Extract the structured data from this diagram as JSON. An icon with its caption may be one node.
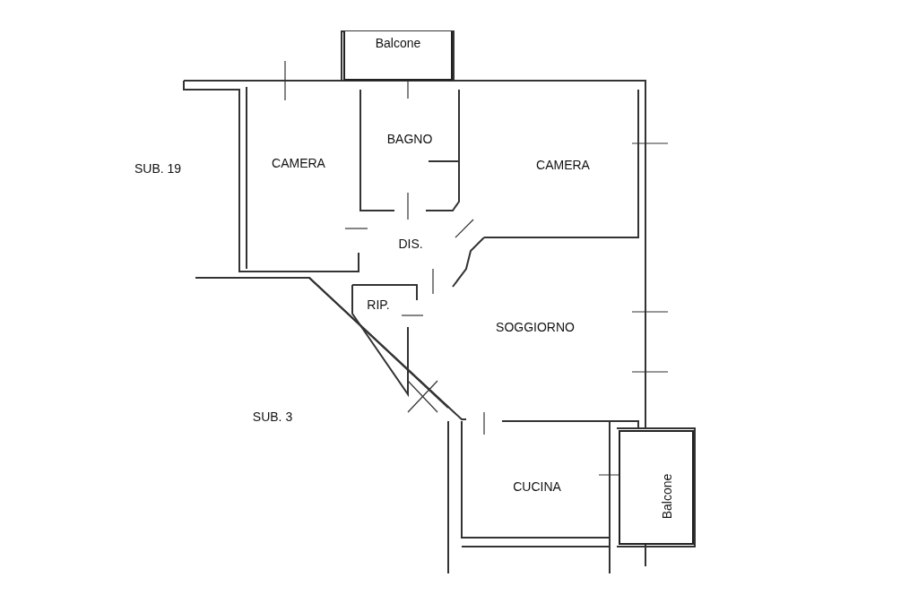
{
  "diagram": {
    "nodes": [
      {
        "text": [
          "Balcone"
        ]
      },
      {
        "text": [
          "Balcone"
        ]
      }
    ],
    "labels": [
      "BAGNO",
      "CAMERA",
      "CAMERA",
      "SUB. 19",
      "DIS.",
      "RIP.",
      "SOGGIORNO",
      "SUB. 3",
      "CUCINA"
    ]
  }
}
